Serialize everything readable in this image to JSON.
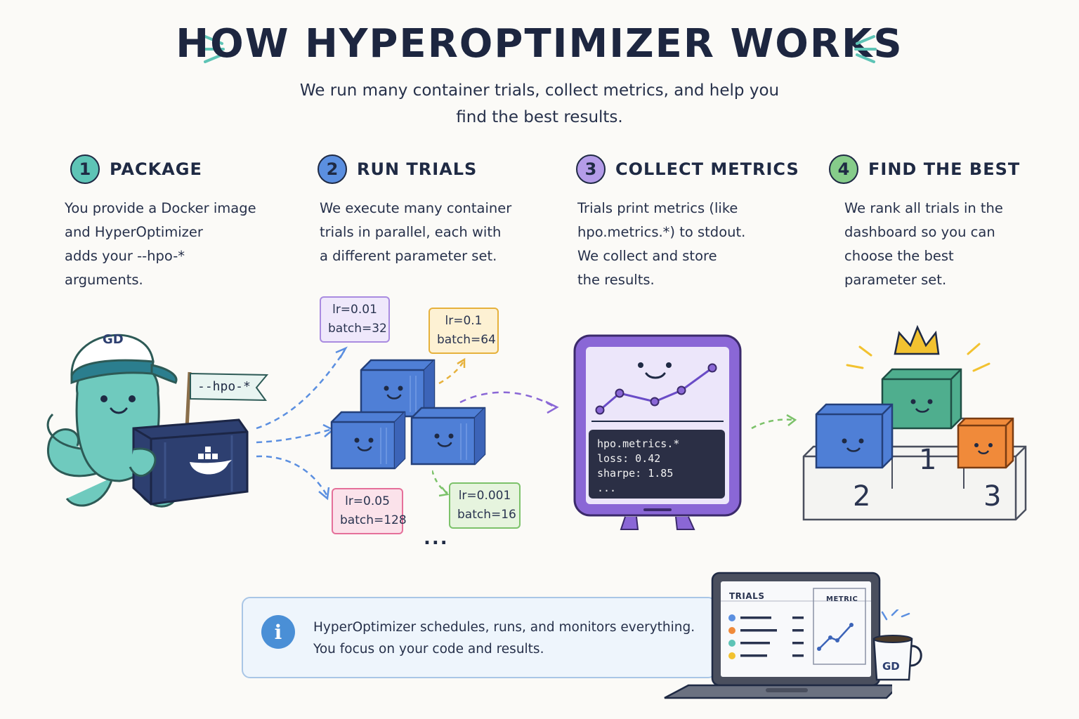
{
  "title": "HOW HYPEROPTIMIZER WORKS",
  "subtitle_lines": [
    "We run many container trials, collect metrics, and help you",
    "find the best results."
  ],
  "steps": [
    {
      "number": "1",
      "title": "PACKAGE",
      "color": "#5ec4b6",
      "lines": [
        "You provide a Docker image",
        "and HyperOptimizer",
        "adds your --hpo-*",
        "arguments."
      ]
    },
    {
      "number": "2",
      "title": "RUN TRIALS",
      "color": "#5b8fe0",
      "lines": [
        "We execute many container",
        "trials in parallel, each with",
        "a different parameter set."
      ]
    },
    {
      "number": "3",
      "title": "COLLECT METRICS",
      "color": "#b49ce8",
      "lines": [
        "Trials print metrics (like",
        "hpo.metrics.*) to stdout.",
        "We collect and store",
        "the results."
      ]
    },
    {
      "number": "4",
      "title": "FIND THE BEST",
      "color": "#86cc8a",
      "lines": [
        "We rank all trials in the",
        "dashboard so you can",
        "choose the best",
        "parameter set."
      ]
    }
  ],
  "flag_text": "--hpo-*",
  "cap_logo": "GD",
  "param_cards": [
    {
      "lines": [
        "lr=0.01",
        "batch=32"
      ],
      "color": "#a98be0",
      "bg": "#efe8fb"
    },
    {
      "lines": [
        "lr=0.1",
        "batch=64"
      ],
      "color": "#e6b13c",
      "bg": "#fdf1d3"
    },
    {
      "lines": [
        "lr=0.05",
        "batch=128"
      ],
      "color": "#e5709a",
      "bg": "#fbe2ea"
    },
    {
      "lines": [
        "lr=0.001",
        "batch=16"
      ],
      "color": "#7cc26a",
      "bg": "#e6f4de"
    }
  ],
  "ellipsis": "...",
  "terminal_lines": [
    "hpo.metrics.*",
    "loss: 0.42",
    "sharpe: 1.85",
    "..."
  ],
  "podium_labels": [
    "1",
    "2",
    "3"
  ],
  "info_lines": [
    "HyperOptimizer schedules, runs, and monitors everything.",
    "You focus on your code and results."
  ],
  "info_icon": "i",
  "laptop": {
    "trials_label": "TRIALS",
    "metric_label": "METRIC"
  },
  "mug_logo": "GD",
  "colors": {
    "teal": "#5ec4b6",
    "blue": "#5b8fe0",
    "purple": "#8a67d6",
    "green": "#86cc8a",
    "orange": "#f08a3a",
    "navy": "#2d3f70"
  }
}
